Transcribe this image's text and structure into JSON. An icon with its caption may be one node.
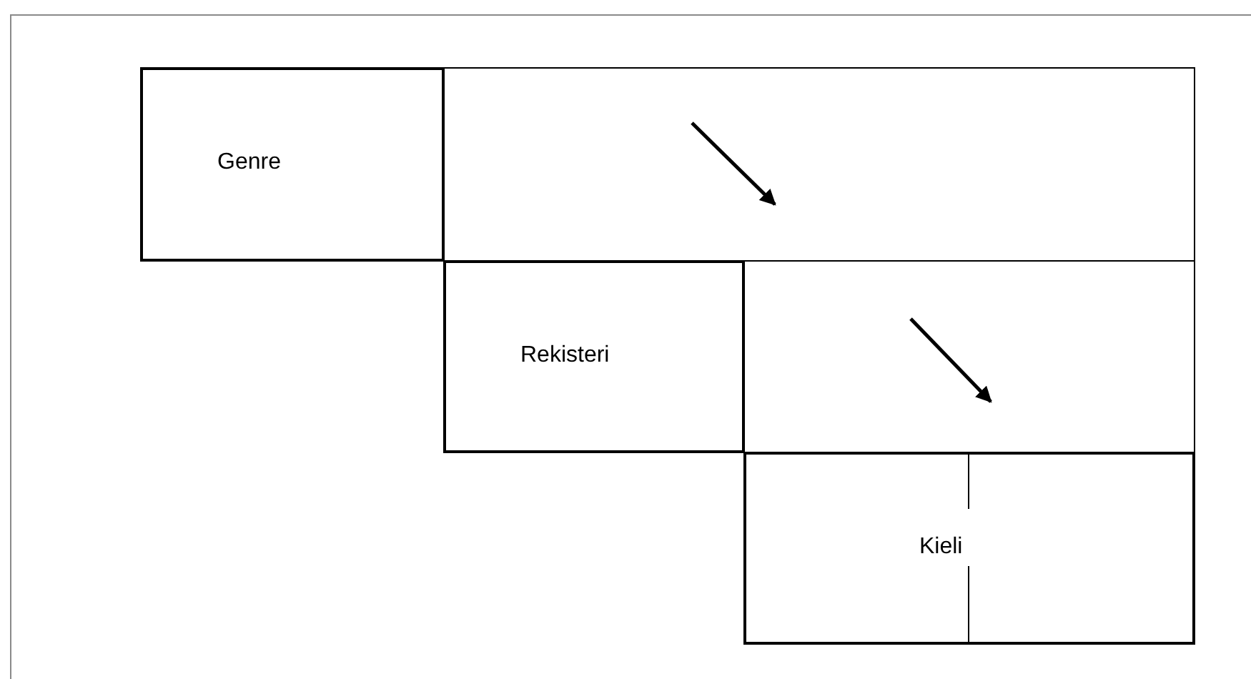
{
  "diagram": {
    "nodes": [
      {
        "text": [
          "Genre"
        ]
      },
      {
        "text": [],
        "shape": "box"
      },
      {
        "text": [
          "Rekisteri"
        ]
      },
      {
        "text": [],
        "shape": "box"
      },
      {
        "text": [
          "Kieli"
        ]
      }
    ]
  }
}
